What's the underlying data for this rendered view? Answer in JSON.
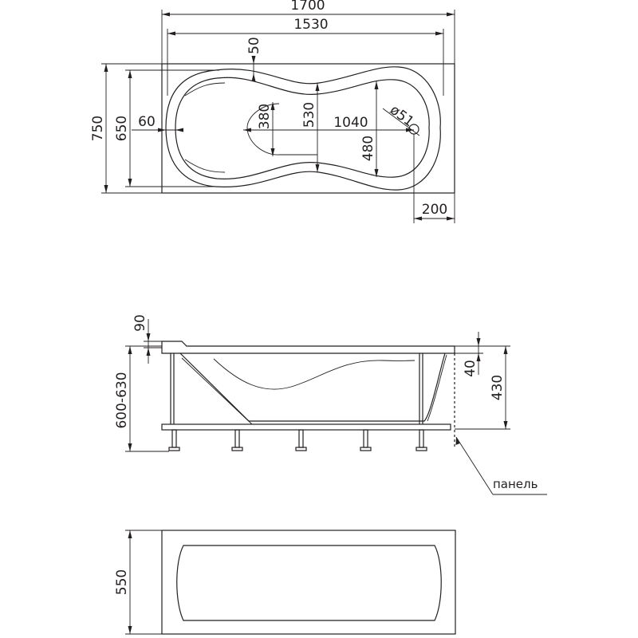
{
  "top_view": {
    "dims": {
      "overall_length": "1700",
      "inner_length": "1530",
      "offset_50": "50",
      "overall_width": "750",
      "inner_width": "650",
      "offset_60": "60",
      "width_380": "380",
      "width_530": "530",
      "length_1040": "1040",
      "drain_diameter": "ø51",
      "width_480": "480",
      "drain_offset": "200"
    }
  },
  "side_view": {
    "dims": {
      "rim_90": "90",
      "height_range": "600-630",
      "rim_40": "40",
      "depth_430": "430"
    },
    "panel_label": "панель"
  },
  "panel_view": {
    "dims": {
      "panel_height": "550"
    }
  }
}
